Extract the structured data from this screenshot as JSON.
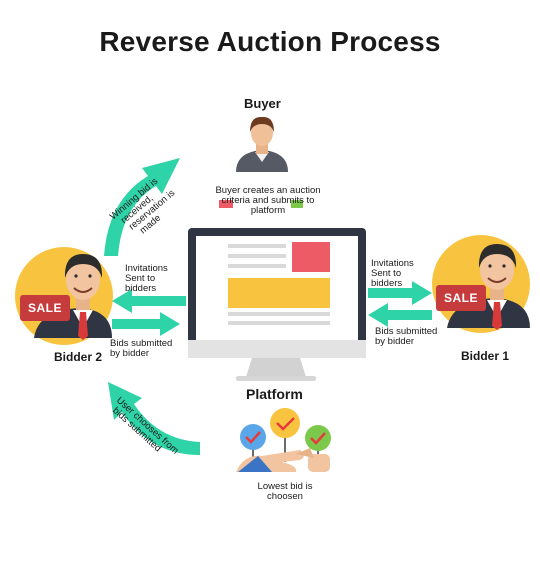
{
  "title": "Reverse Auction Process",
  "buyer": {
    "label": "Buyer",
    "caption": [
      "Buyer creates an auction",
      "criteria and submits to",
      "platform"
    ]
  },
  "bidder1": {
    "label": "Bidder 1",
    "sign": "SALE"
  },
  "bidder2": {
    "label": "Bidder 2",
    "sign": "SALE"
  },
  "platform": {
    "label": "Platform"
  },
  "arrows": {
    "invitations_right": [
      "Invitations",
      "Sent to",
      "bidders"
    ],
    "bids_right": [
      "Bids submitted",
      "by bidder"
    ],
    "invitations_left": [
      "Invitations",
      "Sent to",
      "bidders"
    ],
    "bids_left": [
      "Bids submitted",
      "by bidder"
    ],
    "winning": [
      "Winning bid is",
      "received,",
      "reservation is",
      "made"
    ],
    "chooses": [
      "User chooses from",
      "bids submitted"
    ]
  },
  "lowest_bid": [
    "Lowest bid is",
    "choosen"
  ],
  "colors": {
    "arrow": "#2ed3a7",
    "screen_red": "#ec5b66",
    "screen_yellow": "#f8c440",
    "circle_yellow": "#f8c440",
    "sign_red": "#c63b3b"
  }
}
